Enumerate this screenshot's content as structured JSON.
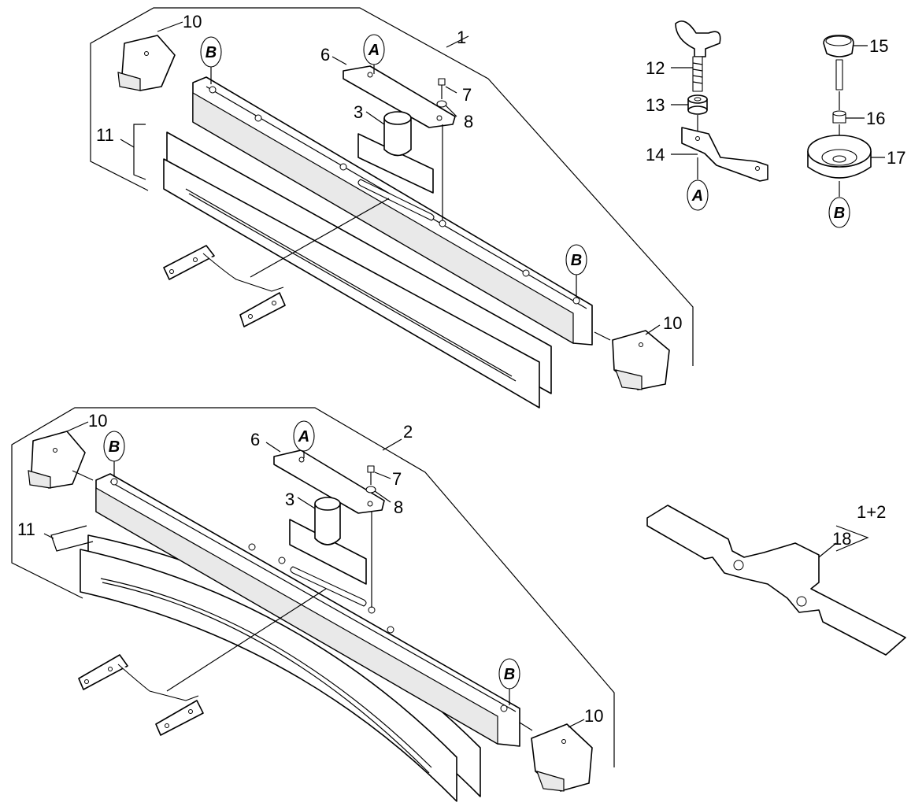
{
  "labels": {
    "assembly1": "1",
    "assembly2": "2",
    "p3a": "3",
    "p6a": "6",
    "p7a": "7",
    "p8a": "8",
    "p10a": "10",
    "p10b": "10",
    "p11a": "11",
    "p3b": "3",
    "p6b": "6",
    "p7b": "7",
    "p8b": "8",
    "p10c": "10",
    "p10d": "10",
    "p11b": "11",
    "p12": "12",
    "p13": "13",
    "p14": "14",
    "p15": "15",
    "p16": "16",
    "p17": "17",
    "p18": "18",
    "p1plus2": "1+2"
  },
  "callouts": {
    "a1": "A",
    "b1": "B",
    "b2": "B",
    "a2": "A",
    "b3": "B",
    "b4": "B",
    "a3": "A",
    "b5": "B"
  }
}
